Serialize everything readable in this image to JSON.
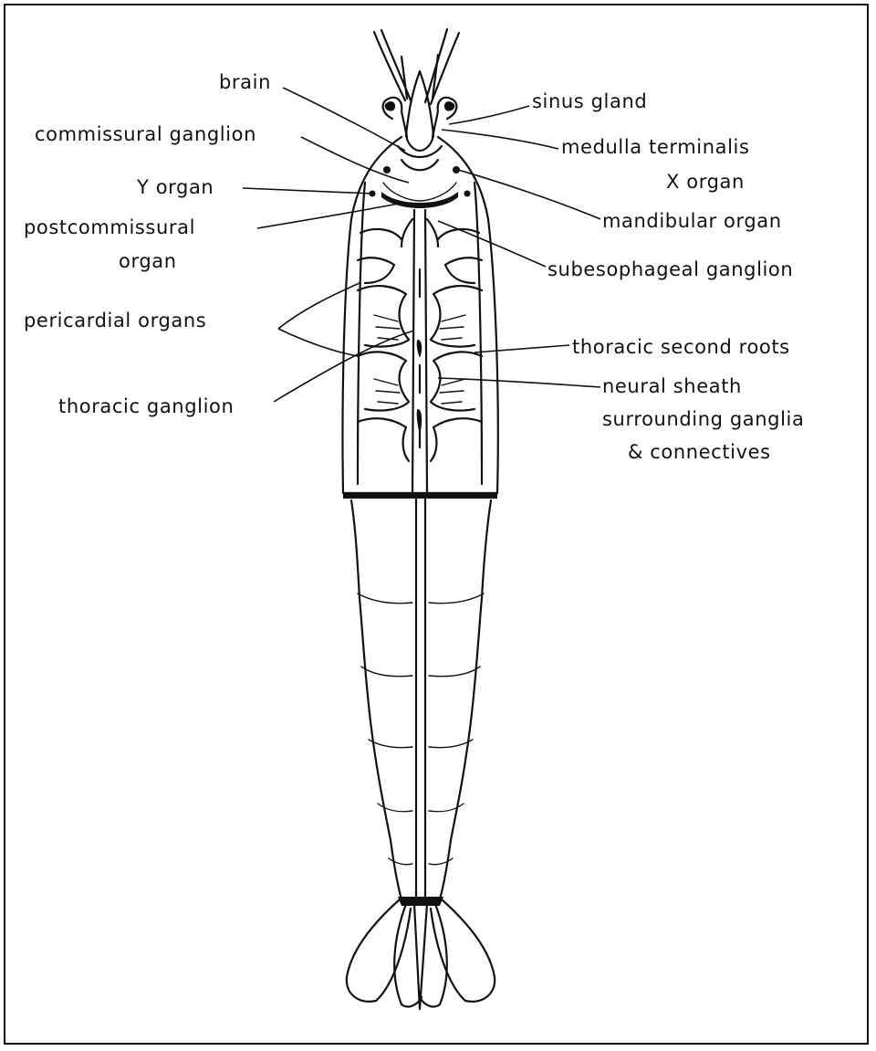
{
  "labels": {
    "brain": "brain",
    "commissural_ganglion": "commissural ganglion",
    "y_organ": "Y organ",
    "postcommissural_organ_1": "postcommissural",
    "postcommissural_organ_2": "organ",
    "pericardial_organs": "pericardial organs",
    "thoracic_ganglion": "thoracic ganglion",
    "sinus_gland": "sinus gland",
    "medulla_terminalis": "medulla terminalis",
    "x_organ": "X organ",
    "mandibular_organ": "mandibular organ",
    "subesophageal_ganglion": "subesophageal ganglion",
    "thoracic_second_roots": "thoracic second roots",
    "neural_sheath_1": "neural sheath",
    "neural_sheath_2": "surrounding ganglia",
    "neural_sheath_3": "& connectives"
  },
  "colors": {
    "line": "#111111",
    "background": "#ffffff"
  }
}
